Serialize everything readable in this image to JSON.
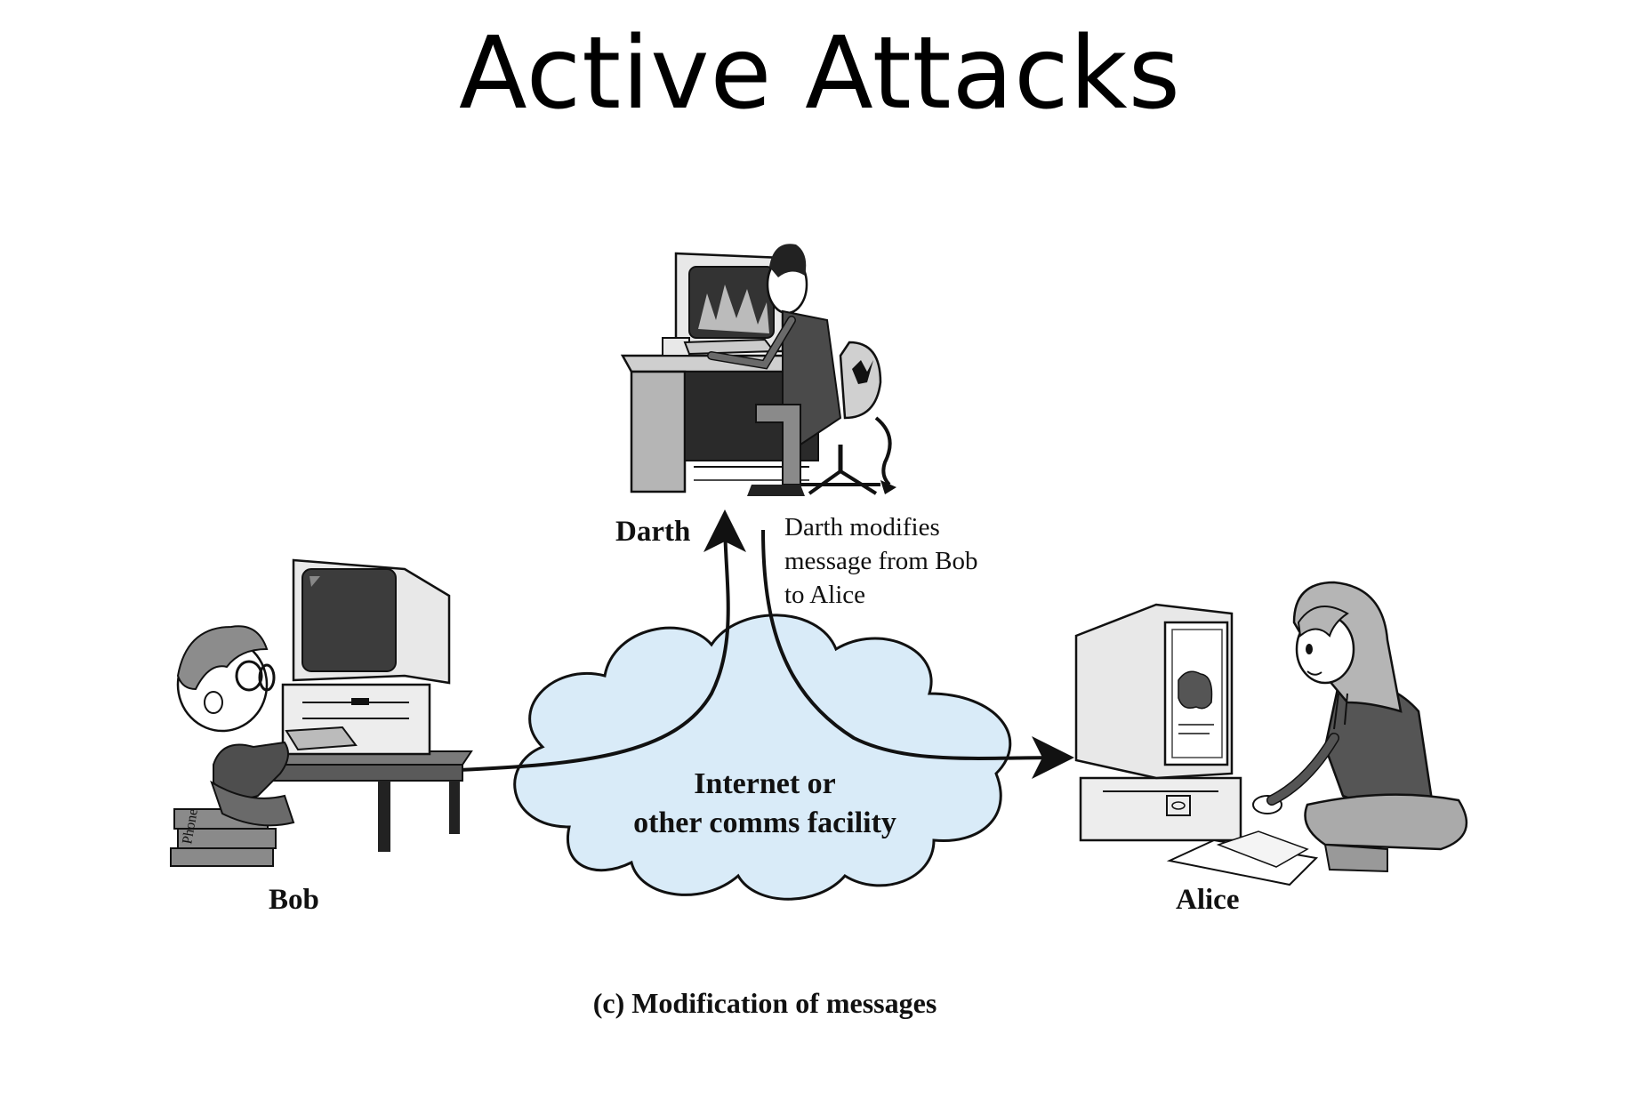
{
  "slide": {
    "title": "Active Attacks"
  },
  "diagram": {
    "participants": {
      "bob": "Bob",
      "alice": "Alice",
      "darth": "Darth"
    },
    "network_label_line1": "Internet or",
    "network_label_line2": "other comms facility",
    "darth_note_line1": "Darth modifies",
    "darth_note_line2": "message from Bob",
    "darth_note_line3": "to Alice",
    "caption": "(c) Modification of messages",
    "book_spine_text": "Phone",
    "colors": {
      "cloud_fill": "#d9ebf8",
      "ink": "#111111",
      "skin": "#ffffff",
      "dark_gray": "#4a4a4a",
      "mid_gray": "#9a9a9a"
    }
  }
}
